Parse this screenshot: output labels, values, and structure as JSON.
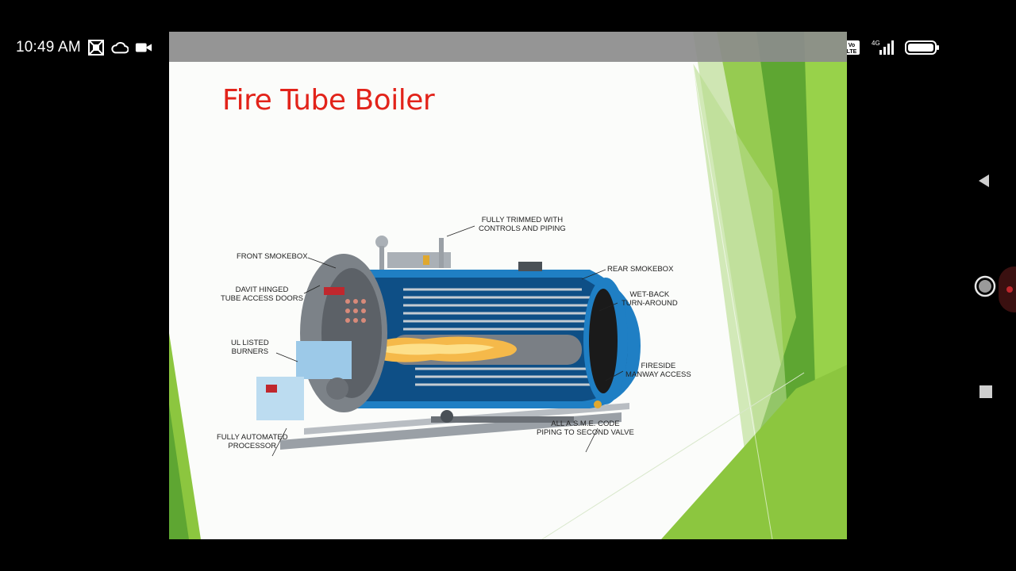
{
  "status_bar": {
    "time": "10:49 AM",
    "left_icons": [
      "gallery-icon",
      "cloud-icon",
      "video-camera-icon"
    ],
    "right_icons": [
      "headphones-icon",
      "volte-icon",
      "signal-4g-icon",
      "battery-icon"
    ],
    "network": "4G",
    "volte": "Vo LTE"
  },
  "slide": {
    "title": "Fire Tube Boiler",
    "labels": {
      "fully_trimmed": [
        "FULLY TRIMMED WITH",
        "CONTROLS AND PIPING"
      ],
      "front_smokebox": [
        "FRONT SMOKEBOX"
      ],
      "rear_smokebox": [
        "REAR SMOKEBOX"
      ],
      "davit_hinged": [
        "DAVIT HINGED",
        "TUBE ACCESS DOORS"
      ],
      "wet_back": [
        "WET-BACK",
        "TURN-AROUND"
      ],
      "ul_listed": [
        "UL LISTED",
        "BURNERS"
      ],
      "fireside": [
        "FIRESIDE",
        "MANWAY ACCESS"
      ],
      "asme": [
        "ALL A.S.M.E. CODE",
        "PIPING TO SECOND VALVE"
      ],
      "processor": [
        "FULLY AUTOMATED",
        "PROCESSOR"
      ]
    }
  },
  "nav": {
    "back": "back-triangle-icon",
    "home": "home-circle-icon",
    "recents": "recents-square-icon"
  },
  "colors": {
    "title": "#e2231a",
    "green_light": "#8cc63f",
    "green_dark": "#4e9a2a",
    "boiler_blue": "#1f7fc4"
  }
}
